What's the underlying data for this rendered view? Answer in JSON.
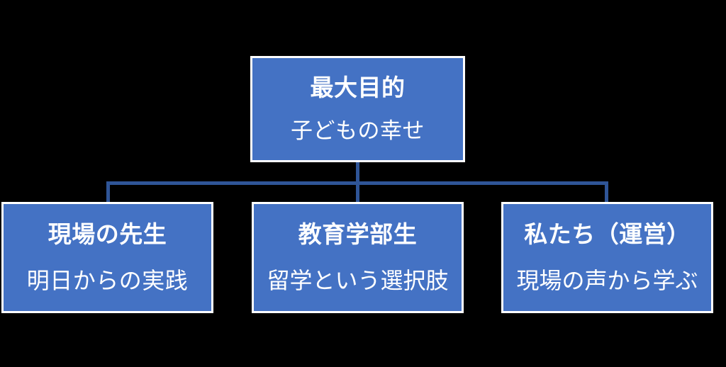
{
  "diagram": {
    "type": "hierarchy",
    "background_color": "#000000",
    "node_fill_color": "#4472C4",
    "node_border_color": "#FFFFFF",
    "connector_color": "#2F5597",
    "text_color": "#FFFFFF",
    "root": {
      "title": "最大目的",
      "subtitle": "子どもの幸せ"
    },
    "children": [
      {
        "title": "現場の先生",
        "subtitle": "明日からの実践"
      },
      {
        "title": "教育学部生",
        "subtitle": "留学という選択肢"
      },
      {
        "title": "私たち（運営）",
        "subtitle": "現場の声から学ぶ"
      }
    ]
  }
}
